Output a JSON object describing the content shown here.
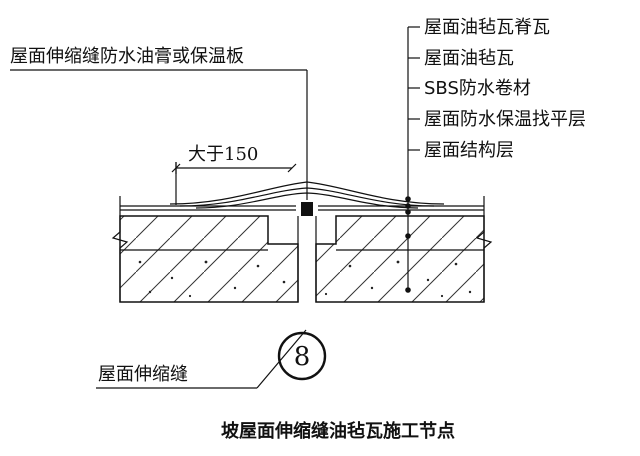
{
  "labels": {
    "ridge_tile": "屋面油毡瓦脊瓦",
    "felt_tile": "屋面油毡瓦",
    "sbs_membrane": "SBS防水卷材",
    "insulation_leveling": "屋面防水保温找平层",
    "structure_layer": "屋面结构层",
    "joint_filler": "屋面伸缩缝防水油膏或保温板",
    "dimension": "大于150",
    "expansion_joint": "屋面伸缩缝",
    "detail_number": "8"
  },
  "caption": "坡屋面伸缩缝油毡瓦施工节点",
  "colors": {
    "line": "#111111",
    "background": "#ffffff"
  }
}
